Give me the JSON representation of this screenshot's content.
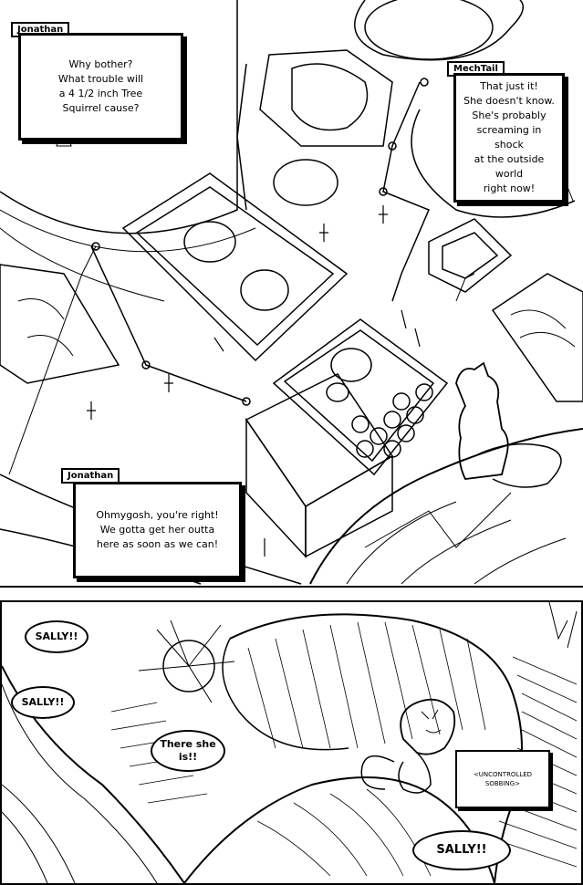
{
  "top_panel": {
    "caption_1": {
      "speaker": "Jonathan",
      "lines": [
        "Why bother?",
        "What trouble will",
        "a 4 1/2 inch Tree",
        "Squirrel cause?"
      ]
    },
    "caption_2": {
      "speaker": "MechTail",
      "lines": [
        "That just it!",
        "She doesn't know.",
        "She's probably",
        "screaming in shock",
        "at the outside world",
        "right now!"
      ]
    },
    "caption_3": {
      "speaker": "Jonathan",
      "lines": [
        "Ohmygosh, you're right!",
        "We gotta get her outta",
        "here as soon as we can!"
      ]
    }
  },
  "bottom_panel": {
    "bubble_sally_1": "SALLY!!",
    "bubble_sally_2": "SALLY!!",
    "bubble_there": [
      "There she",
      "is!!"
    ],
    "sfx": [
      "<UNCONTROLLED",
      "SOBBING>"
    ],
    "bubble_sally_3": "SALLY!!"
  }
}
